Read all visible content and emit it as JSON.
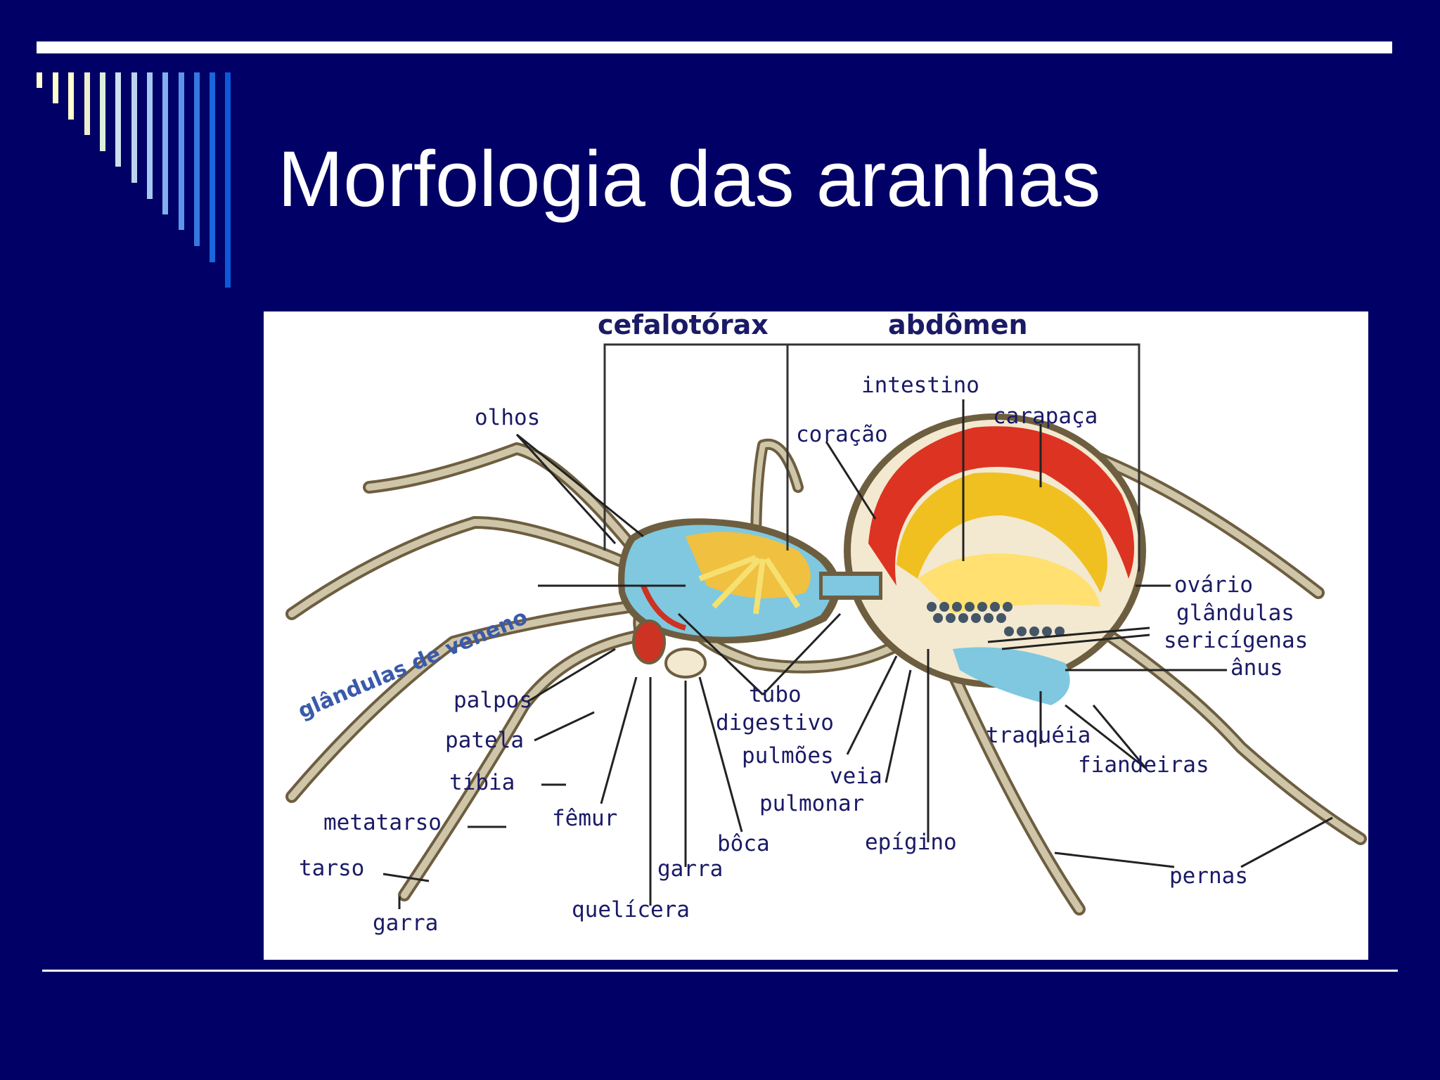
{
  "slide": {
    "title": "Morfologia das aranhas",
    "background_color": "#000066",
    "stripe_colors": [
      "#ffffcc",
      "#ffffcc",
      "#ffffcc",
      "#eeeecc",
      "#ddeedd",
      "#cce0ee",
      "#bbd4f0",
      "#a6c8f0",
      "#80b0ee",
      "#5c96ea",
      "#3478e0",
      "#1a66dd",
      "#0a5ad8"
    ]
  },
  "diagram": {
    "sections": {
      "cephalothorax": "cefalotórax",
      "abdomen": "abdômen"
    },
    "labels": {
      "olhos": "olhos",
      "intestino": "intestino",
      "coracao": "coração",
      "carapaca": "carapaça",
      "ovario": "ovário",
      "glandulas": "glândulas",
      "sericigenas": "sericígenas",
      "anus": "ânus",
      "glandulas_veneno": "glândulas de veneno",
      "palpos": "palpos",
      "patela": "patela",
      "tibia": "tíbia",
      "metatarso": "metatarso",
      "tarso": "tarso",
      "garra_left": "garra",
      "femur": "fêmur",
      "garra_mid": "garra",
      "quelicera": "quelícera",
      "boca": "bôca",
      "tubo": "tubo",
      "digestivo": "digestivo",
      "pulmoes": "pulmões",
      "veia": "veia",
      "pulmonar": "pulmonar",
      "epigino": "epígino",
      "traqueia": "traquéia",
      "fiandeiras": "fiandeiras",
      "pernas": "pernas"
    }
  }
}
